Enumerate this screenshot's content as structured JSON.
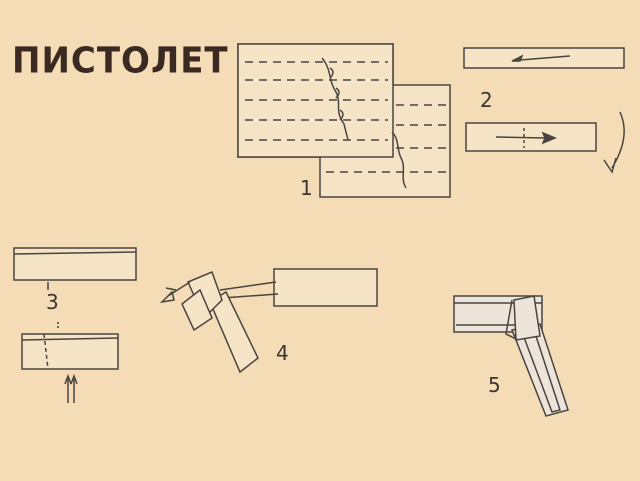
{
  "title": "ПИСТОЛЕТ",
  "steps": [
    {
      "label": "1"
    },
    {
      "label": "2"
    },
    {
      "label": "3"
    },
    {
      "label": "4"
    },
    {
      "label": "5"
    }
  ],
  "colors": {
    "paper": "#f3dcb6",
    "ink": "#4a4540",
    "strip_fill": "#ede5da"
  }
}
